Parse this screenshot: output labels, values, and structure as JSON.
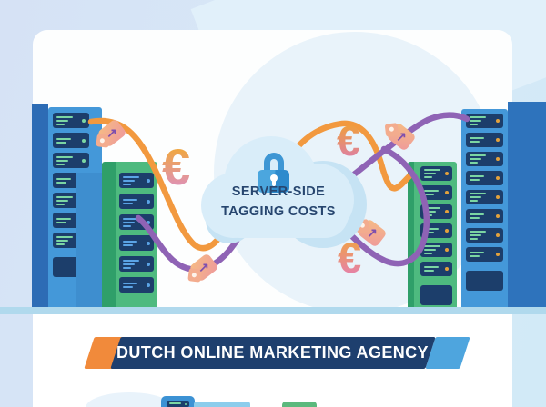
{
  "hero": {
    "cloud_title_line1": "SERVER-SIDE",
    "cloud_title_line2": "TAGGING COSTS",
    "euro_symbol": "€",
    "tag_arrow_symbol": "↗",
    "colors": {
      "orange_flow": "#f2993f",
      "purple_flow": "#8f63b5",
      "cloud_blue": "#d9edf9",
      "lock_blue": "#3d96d4",
      "slot_navy": "#1c3e6b",
      "tower_blue": "#4498d9",
      "tower_green": "#4eba7f",
      "floor_blue": "#b0d9ed"
    },
    "towers": [
      {
        "id": "left-blue",
        "slots": 7,
        "line_color": "#7bd6a3",
        "dot_color": "#7bd6a3",
        "trailing_block": true
      },
      {
        "id": "left-green",
        "slots": 6,
        "line_color": "#5ba4e6",
        "dot_color": "#5ba4e6",
        "trailing_block": false
      },
      {
        "id": "right-green",
        "slots": 6,
        "line_color": "#7bd6a3",
        "dot_color": "#e3a23c",
        "trailing_block": true
      },
      {
        "id": "right-blue",
        "slots": 8,
        "line_color": "#7bd6a3",
        "dot_color": "#e3a23c",
        "trailing_block": true
      }
    ]
  },
  "banner": {
    "label": "DUTCH ONLINE MARKETING AGENCY",
    "navy": "#1e3f6e",
    "orange": "#f18a3b",
    "blue": "#4ea5de"
  }
}
